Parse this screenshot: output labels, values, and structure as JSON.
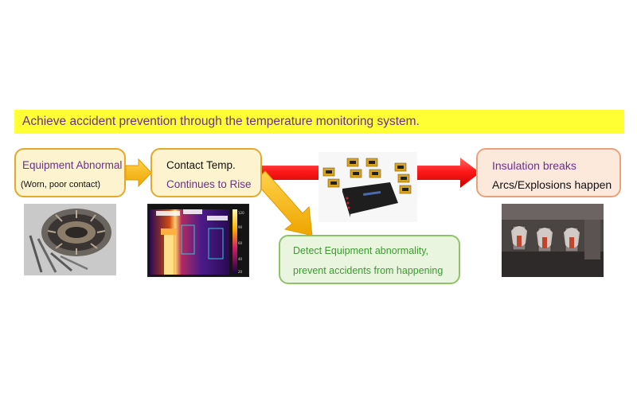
{
  "banner": {
    "text": "Achieve accident prevention through the temperature monitoring system."
  },
  "step1": {
    "title": "Equipment Abnormal",
    "subtitle": "(Worn, poor contact)"
  },
  "step2": {
    "line1": "Contact Temp.",
    "line2": "Continues to Rise"
  },
  "detect": {
    "line1": "Detect Equipment abnormality,",
    "line2": "prevent accidents from happening"
  },
  "outcome": {
    "line1": "Insulation breaks",
    "line2": "Arcs/Explosions happen"
  },
  "photos": {
    "worn_part": "worn-contact-photo",
    "thermal": "thermal-image",
    "device": "temperature-monitor-device-photo",
    "arc": "burnt-contacts-photo"
  },
  "colors": {
    "banner_bg": "#ffff33",
    "banner_text": "#6b2f8f",
    "yellow_arrow": "#f5b800",
    "red_arrow": "#ff1a1a",
    "green_text": "#3c9a2f"
  }
}
